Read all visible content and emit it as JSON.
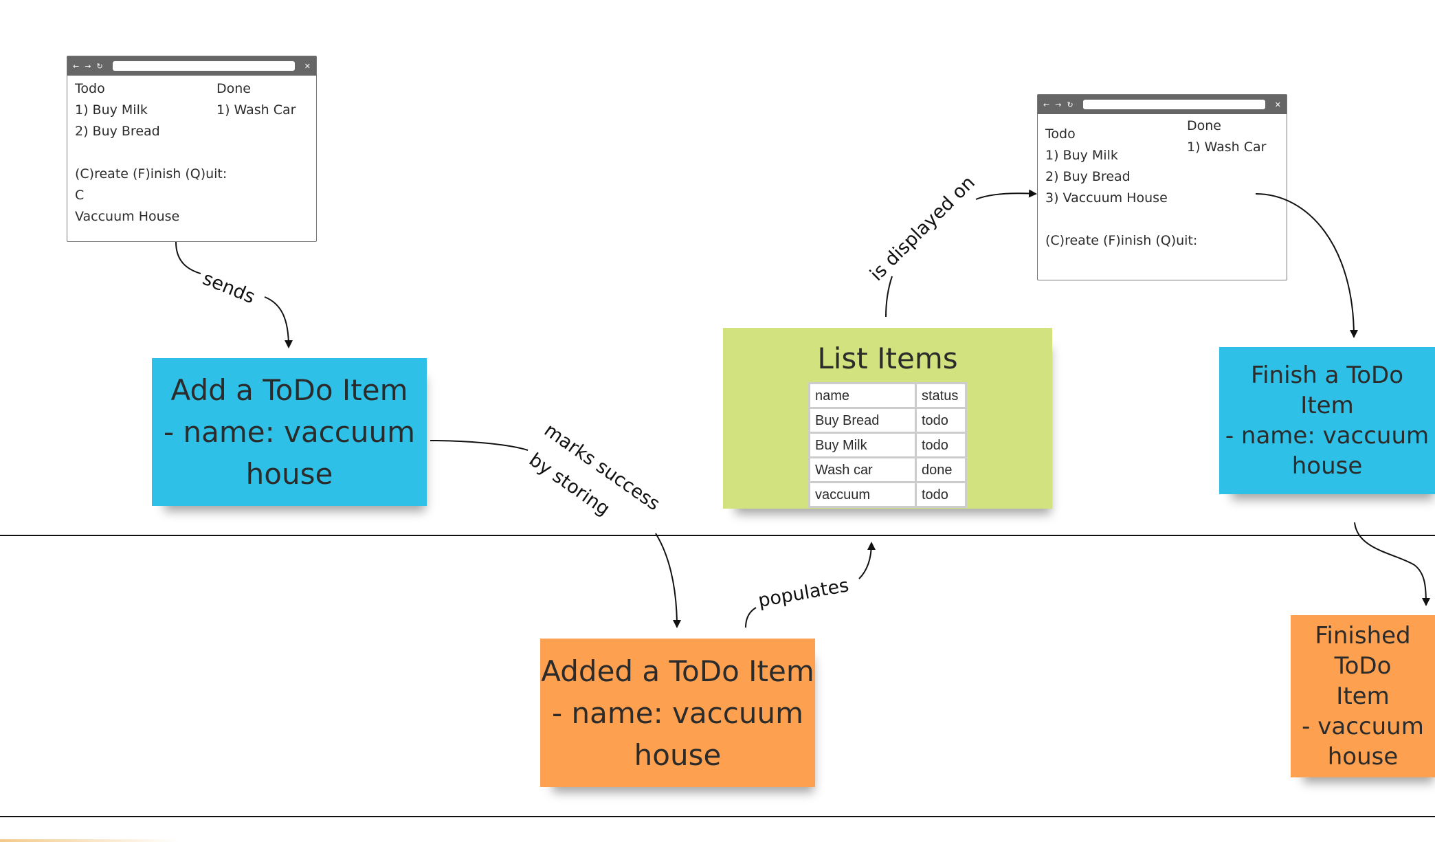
{
  "browser1": {
    "todo_header": "Todo",
    "done_header": "Done",
    "todo_items": [
      "1) Buy Milk",
      "2) Buy Bread"
    ],
    "done_items": [
      "1) Wash Car"
    ],
    "prompt": "(C)reate (F)inish (Q)uit:",
    "input_lines": [
      "C",
      "Vaccuum House"
    ],
    "nav_icons": [
      "back-arrow-icon",
      "forward-arrow-icon",
      "refresh-icon",
      "close-icon"
    ]
  },
  "browser2": {
    "todo_header": "Todo",
    "done_header": "Done",
    "todo_items": [
      "1) Buy Milk",
      "2) Buy Bread",
      "3) Vaccuum House"
    ],
    "done_items": [
      "1) Wash Car"
    ],
    "prompt": "(C)reate (F)inish (Q)uit:"
  },
  "notes": {
    "add_command": {
      "lines": [
        "Add a ToDo Item",
        "- name: vaccuum",
        "house"
      ],
      "color": "#2ec0e6"
    },
    "added_event": {
      "lines": [
        "Added a ToDo Item",
        "- name: vaccuum",
        "house"
      ],
      "color": "#fda050"
    },
    "list_view": {
      "title": "List Items",
      "color": "#d2e27e",
      "table": {
        "headers": [
          "name",
          "status"
        ],
        "rows": [
          [
            "Buy Bread",
            "todo"
          ],
          [
            "Buy Milk",
            "todo"
          ],
          [
            "Wash car",
            "done"
          ],
          [
            "vaccuum",
            "todo"
          ]
        ]
      }
    },
    "finish_command": {
      "lines": [
        "Finish a ToDo Item",
        "- name: vaccuum",
        "house"
      ],
      "color": "#2ec0e6"
    },
    "finished_event": {
      "lines": [
        "Finished ToDo",
        "Item",
        "- vaccuum house"
      ],
      "color": "#fda050"
    }
  },
  "arrows": {
    "sends": "sends",
    "marks1": "marks success",
    "marks2": "by storing",
    "populates": "populates",
    "displayed": "is displayed on"
  }
}
